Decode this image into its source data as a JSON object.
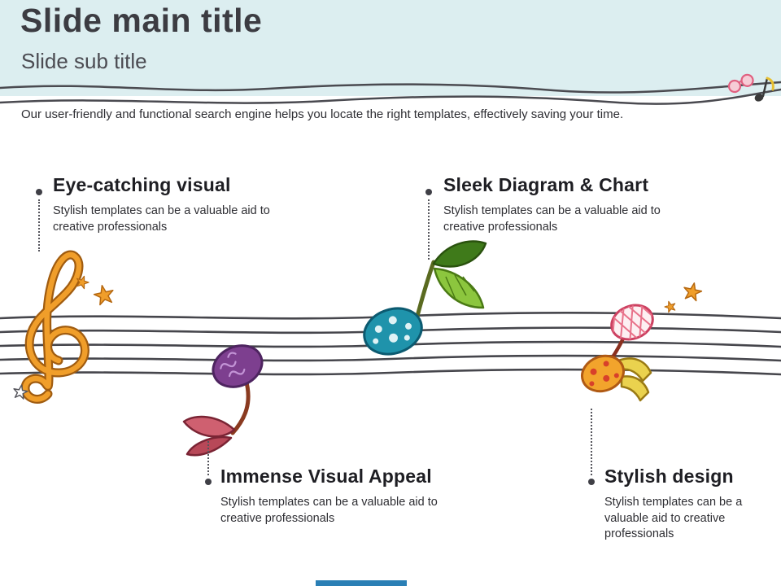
{
  "slide": {
    "title": "Slide main title",
    "subtitle": "Slide sub title",
    "description": "Our user-friendly and functional search engine helps you locate the right templates, effectively saving your time.",
    "sections": [
      {
        "title": "Eye-catching visual",
        "body": "Stylish templates can be a valuable aid to creative professionals"
      },
      {
        "title": "Sleek Diagram & Chart",
        "body": "Stylish templates can be a valuable aid to creative professionals"
      },
      {
        "title": "Immense Visual Appeal",
        "body": "Stylish templates can be a valuable aid to creative professionals"
      },
      {
        "title": "Stylish design",
        "body": "Stylish templates can be a valuable aid to creative professionals"
      }
    ],
    "decor": {
      "icons": [
        "treble-clef",
        "staff-lines",
        "note-purple",
        "note-teal",
        "note-red",
        "note-orange",
        "stars",
        "sunglasses",
        "small-music-note"
      ],
      "colors": {
        "header_bg": "#dceef0",
        "ink": "#46464c",
        "clef_orange": "#f09e2a",
        "note_purple": "#7d3f8f",
        "note_teal": "#1f93ab",
        "note_red": "#cc4060",
        "note_orange": "#f2a42c",
        "leaf_green": "#8cc63e",
        "accent_bar": "#2a7fb5"
      }
    }
  }
}
